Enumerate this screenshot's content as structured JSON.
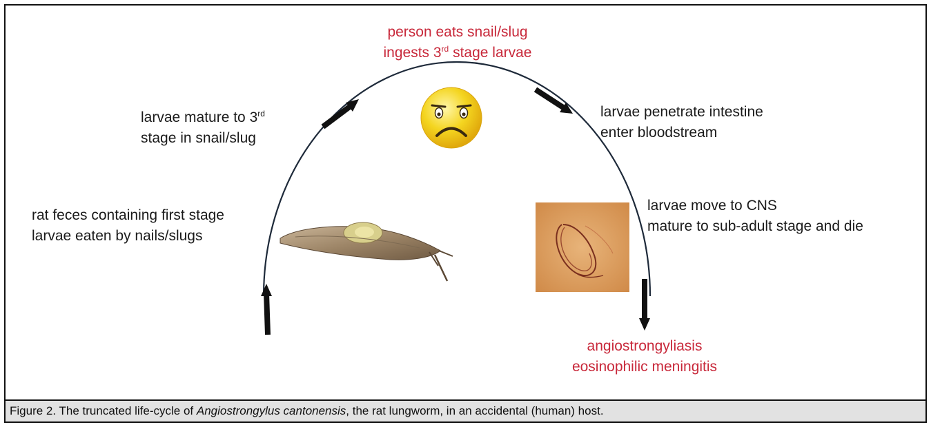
{
  "labels": {
    "top_line1": "person eats snail/slug",
    "top_line2_pre": "ingests 3",
    "top_line2_sup": "rd",
    "top_line2_post": " stage larvae",
    "mature_line1_pre": "larvae mature to 3",
    "mature_line1_sup": "rd",
    "mature_line2": "stage in snail/slug",
    "rat_line1": "rat feces containing first stage",
    "rat_line2": "larvae eaten by nails/slugs",
    "intestine_line1": "larvae penetrate intestine",
    "intestine_line2": "enter bloodstream",
    "cns_line1": "larvae move to CNS",
    "cns_line2": "mature to sub-adult stage and die",
    "outcome_line1": "angiostrongyliasis",
    "outcome_line2": "eosinophilic meningitis"
  },
  "caption": {
    "prefix": "Figure 2. The truncated life-cycle of ",
    "species": "Angiostrongylus cantonensis",
    "suffix": ", the rat lungworm, in an accidental (human) host."
  },
  "colors": {
    "accent_red": "#c8283a",
    "text": "#1a1a1a",
    "arc": "#1e2a3a",
    "face_yellow": "#f2d21e",
    "caption_bg": "#e2e2e2"
  },
  "icons": [
    "sad-face-icon",
    "slug-image",
    "larva-micrograph-image"
  ]
}
